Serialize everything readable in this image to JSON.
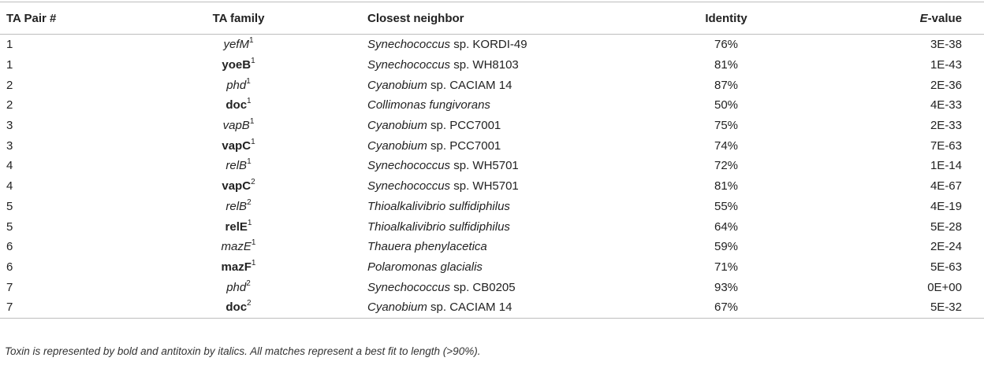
{
  "table": {
    "headers": {
      "pair": "TA Pair #",
      "family": "TA family",
      "neighbor": "Closest neighbor",
      "identity": "Identity",
      "evalue_prefix": "E",
      "evalue_suffix": "-value"
    },
    "rows": [
      {
        "pair": "1",
        "family": "yefM",
        "sup": "1",
        "style": "italic",
        "genus": "Synechococcus",
        "rest": " sp. KORDI-49",
        "identity": "76%",
        "evalue": "3E-38"
      },
      {
        "pair": "1",
        "family": "yoeB",
        "sup": "1",
        "style": "bold",
        "genus": "Synechococcus",
        "rest": " sp. WH8103",
        "identity": "81%",
        "evalue": "1E-43"
      },
      {
        "pair": "2",
        "family": "phd",
        "sup": "1",
        "style": "italic",
        "genus": "Cyanobium",
        "rest": " sp. CACIAM 14",
        "identity": "87%",
        "evalue": "2E-36"
      },
      {
        "pair": "2",
        "family": "doc",
        "sup": "1",
        "style": "bold",
        "genus": "Collimonas fungivorans",
        "rest": "",
        "identity": "50%",
        "evalue": "4E-33"
      },
      {
        "pair": "3",
        "family": "vapB",
        "sup": "1",
        "style": "italic",
        "genus": "Cyanobium",
        "rest": " sp. PCC7001",
        "identity": "75%",
        "evalue": "2E-33"
      },
      {
        "pair": "3",
        "family": "vapC",
        "sup": "1",
        "style": "bold",
        "genus": "Cyanobium",
        "rest": " sp. PCC7001",
        "identity": "74%",
        "evalue": "7E-63"
      },
      {
        "pair": "4",
        "family": "relB",
        "sup": "1",
        "style": "italic",
        "genus": "Synechococcus",
        "rest": " sp. WH5701",
        "identity": "72%",
        "evalue": "1E-14"
      },
      {
        "pair": "4",
        "family": "vapC",
        "sup": "2",
        "style": "bold",
        "genus": "Synechococcus",
        "rest": " sp. WH5701",
        "identity": "81%",
        "evalue": "4E-67"
      },
      {
        "pair": "5",
        "family": "relB",
        "sup": "2",
        "style": "italic",
        "genus": "Thioalkalivibrio sulfidiphilus",
        "rest": "",
        "identity": "55%",
        "evalue": "4E-19"
      },
      {
        "pair": "5",
        "family": "relE",
        "sup": "1",
        "style": "bold",
        "genus": "Thioalkalivibrio sulfidiphilus",
        "rest": "",
        "identity": "64%",
        "evalue": "5E-28"
      },
      {
        "pair": "6",
        "family": "mazE",
        "sup": "1",
        "style": "italic",
        "genus": "Thauera phenylacetica",
        "rest": "",
        "identity": "59%",
        "evalue": "2E-24"
      },
      {
        "pair": "6",
        "family": "mazF",
        "sup": "1",
        "style": "bold",
        "genus": "Polaromonas glacialis",
        "rest": "",
        "identity": "71%",
        "evalue": "5E-63"
      },
      {
        "pair": "7",
        "family": "phd",
        "sup": "2",
        "style": "italic",
        "genus": "Synechococcus",
        "rest": " sp. CB0205",
        "identity": "93%",
        "evalue": "0E+00"
      },
      {
        "pair": "7",
        "family": "doc",
        "sup": "2",
        "style": "bold",
        "genus": "Cyanobium",
        "rest": " sp. CACIAM 14",
        "identity": "67%",
        "evalue": "5E-32"
      }
    ]
  },
  "footnote": "Toxin is represented by bold and antitoxin by italics. All matches represent a best fit to length (>90%)."
}
